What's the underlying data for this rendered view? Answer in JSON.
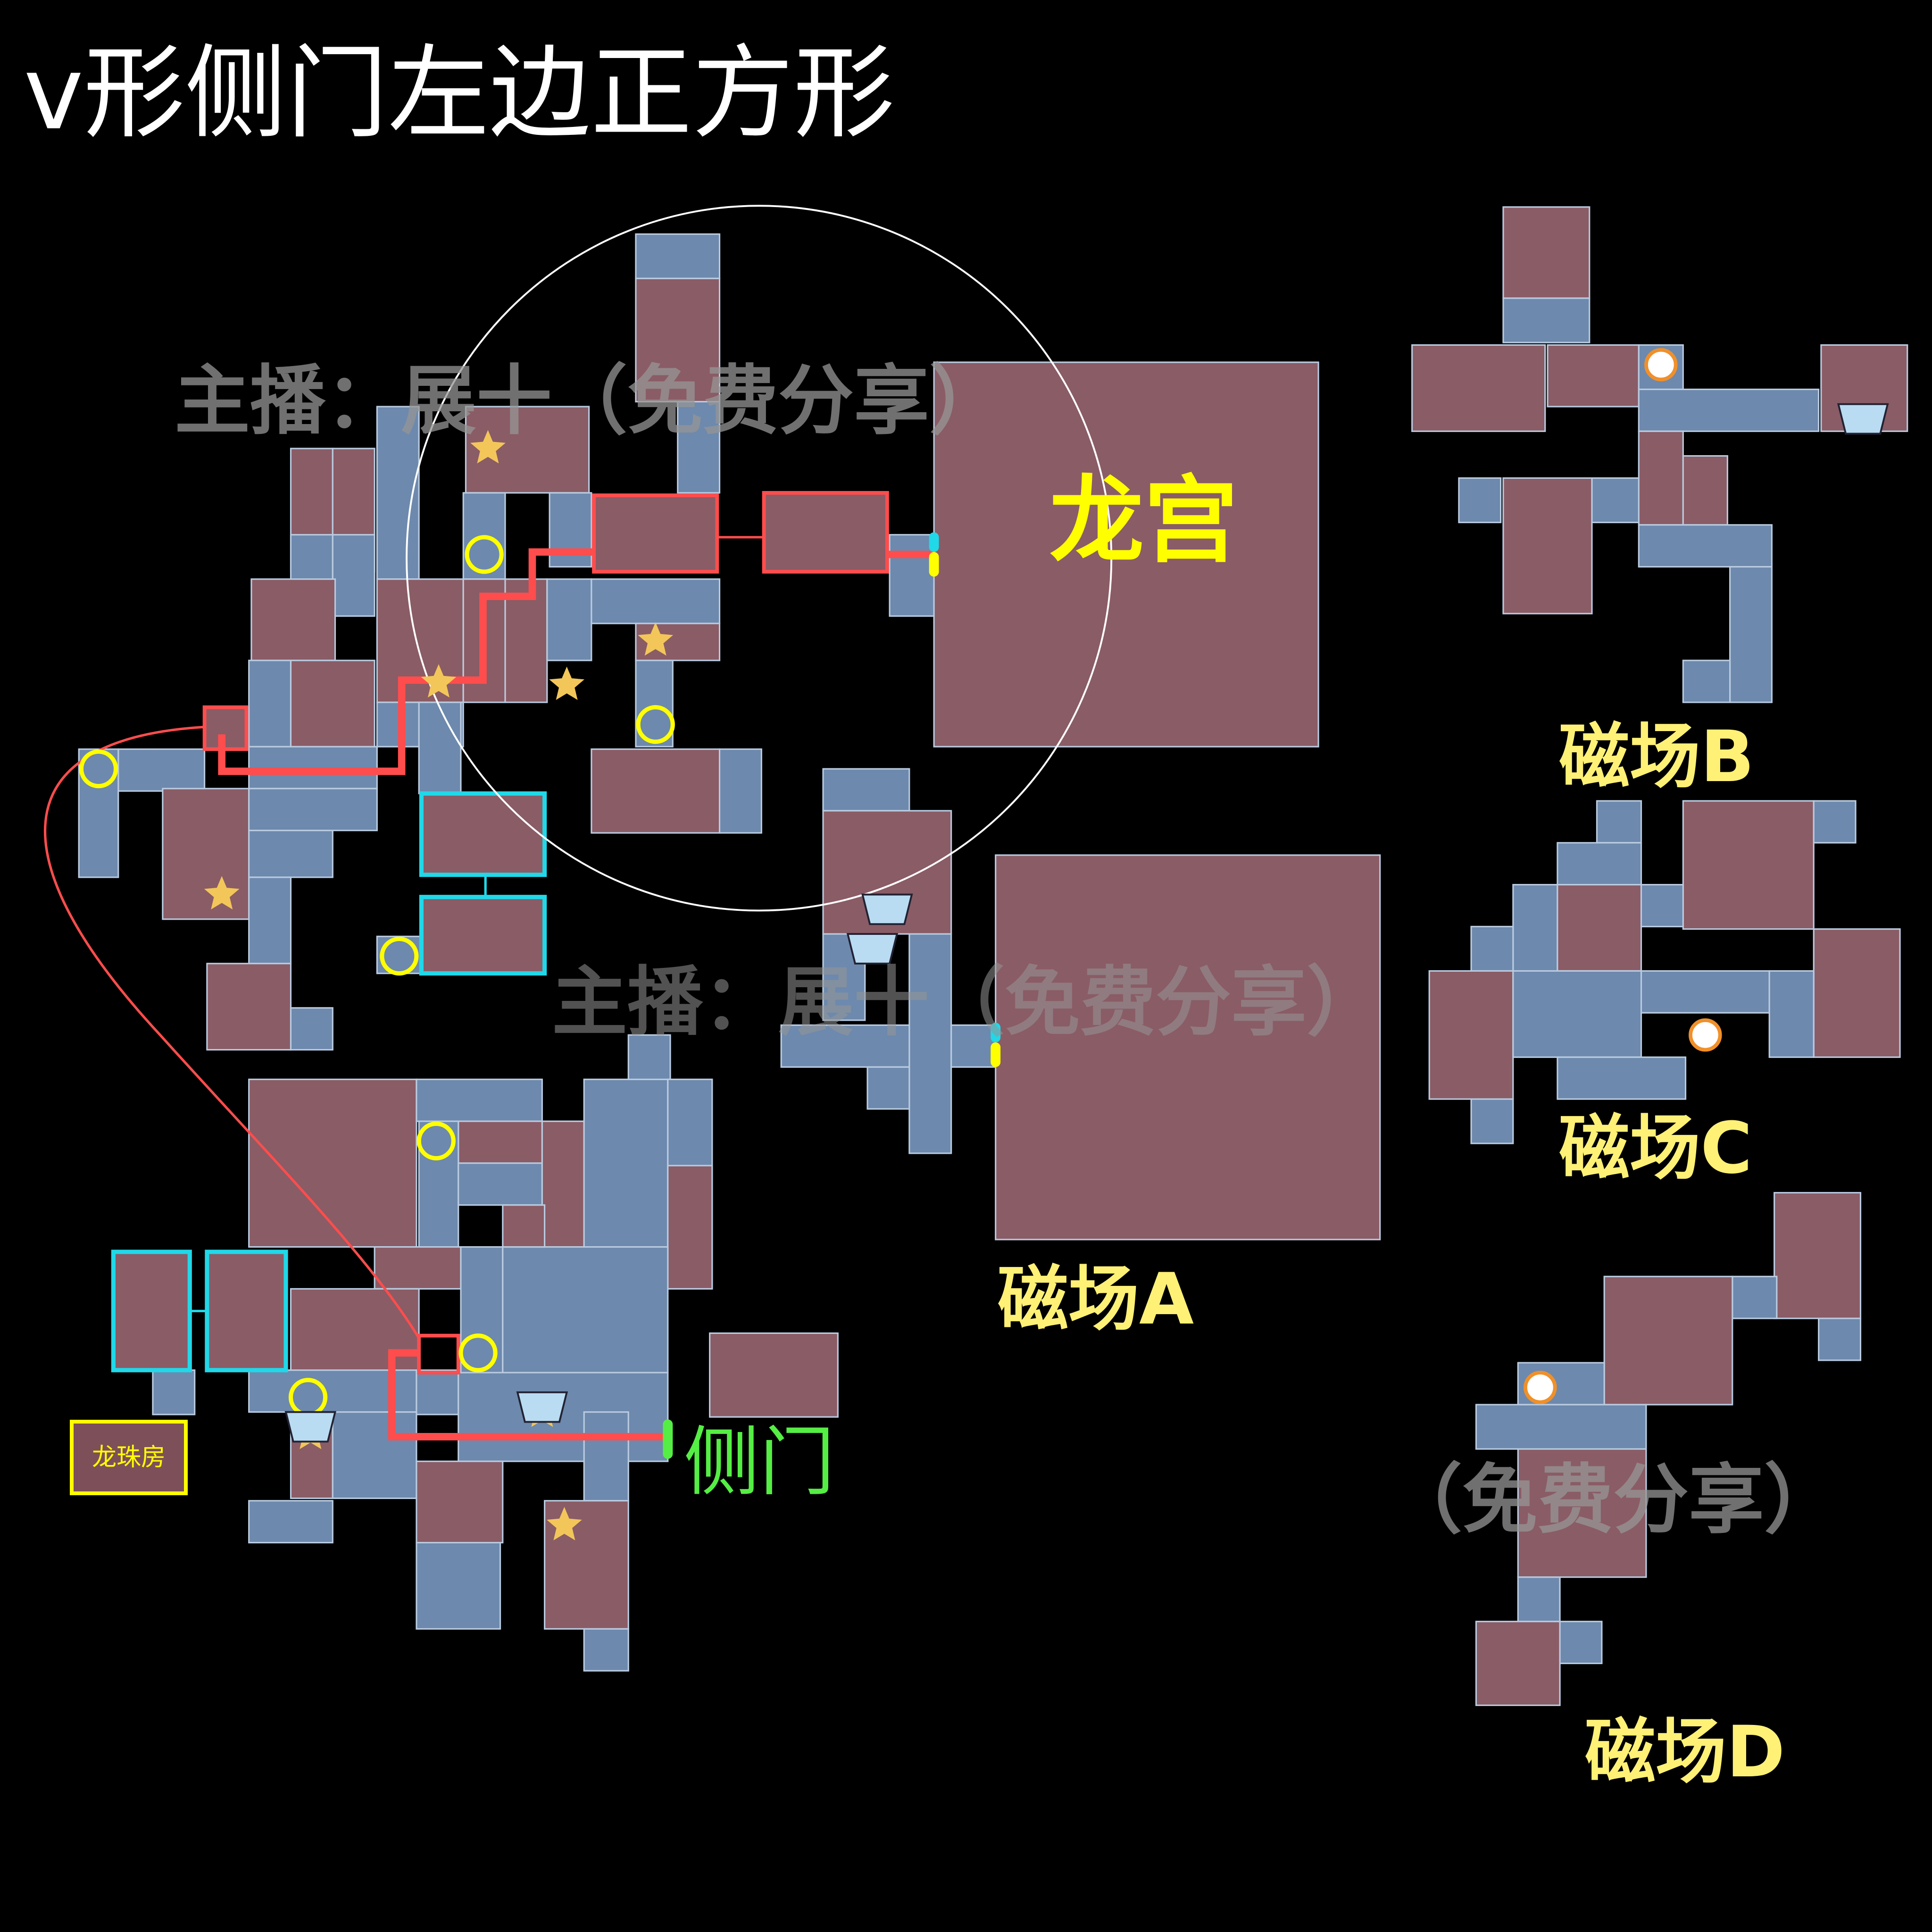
{
  "title": "v形侧门左边正方形",
  "watermarks": {
    "top": "主播：展十（免费分享）",
    "middle": "主播：展十（免费分享）",
    "bottom_right": "（免费分享）"
  },
  "labels": {
    "dragon_palace": "龙宫",
    "field_a": "磁场A",
    "field_b": "磁场B",
    "field_c": "磁场C",
    "field_d": "磁场D",
    "side_door": "侧门",
    "dragon_pearl_room": "龙珠房"
  },
  "colors": {
    "background": "#000000",
    "room_pink": "#8a5c66",
    "room_blue": "#6d89ad",
    "route": "#ff4d4d",
    "highlight_cyan": "#20d8e8",
    "marker_yellow": "#ffff00",
    "side_door_green": "#55ee44",
    "star": "#f3c65a"
  }
}
